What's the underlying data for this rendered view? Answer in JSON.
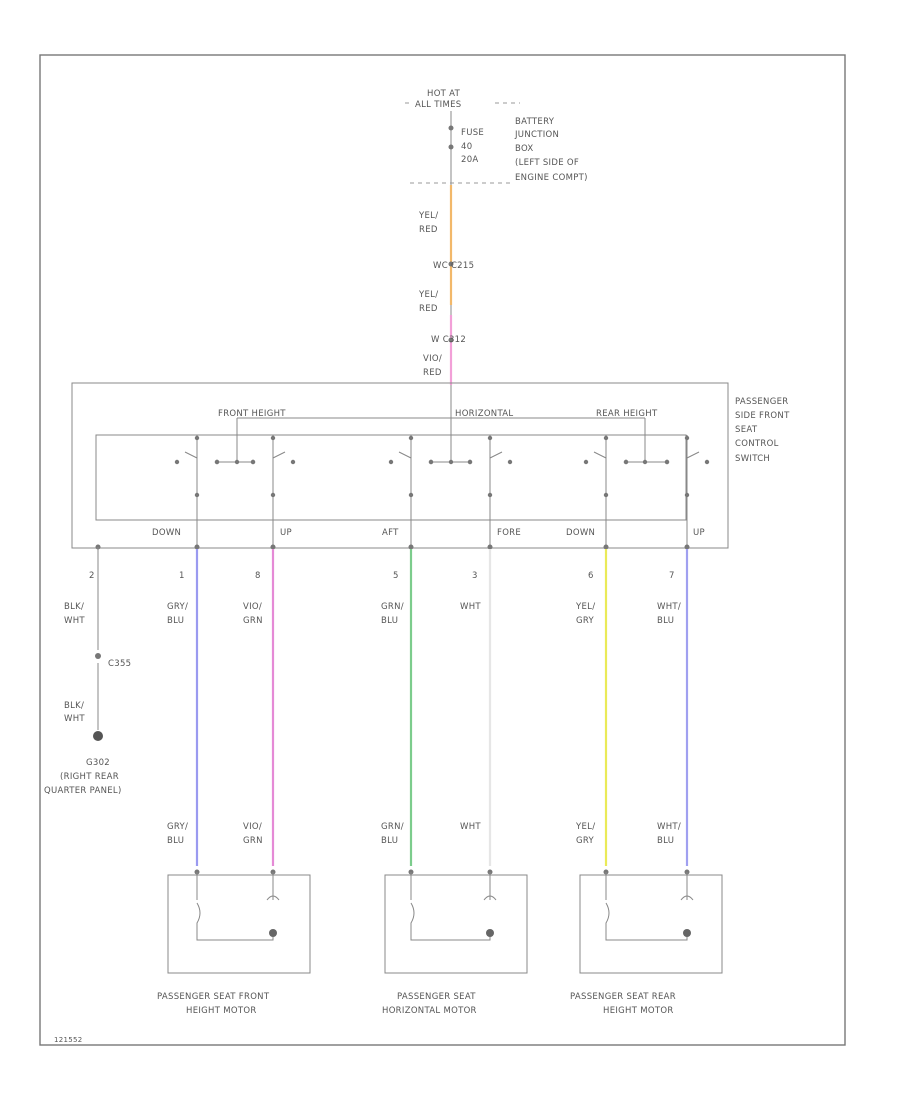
{
  "power": {
    "hot_label": [
      "HOT AT",
      "ALL TIMES"
    ],
    "fuse_label": [
      "FUSE",
      "40",
      "20A"
    ],
    "battery_box": [
      "BATTERY",
      "JUNCTION",
      "BOX",
      "(LEFT SIDE OF",
      "ENGINE COMPT)"
    ]
  },
  "feed": {
    "wire1_color": [
      "YEL/",
      "RED"
    ],
    "connector1": "WC C215",
    "wire2_color": [
      "YEL/",
      "RED"
    ],
    "connector2": "W  C312",
    "wire3_color": [
      "VIO/",
      "RED"
    ]
  },
  "switch": {
    "name": [
      "PASSENGER",
      "SIDE FRONT",
      "SEAT",
      "CONTROL",
      "SWITCH"
    ],
    "groups": [
      {
        "label": "FRONT HEIGHT",
        "left": "DOWN",
        "right": "UP"
      },
      {
        "label": "HORIZONTAL",
        "left": "AFT",
        "right": "FORE"
      },
      {
        "label": "REAR HEIGHT",
        "left": "DOWN",
        "right": "UP"
      }
    ]
  },
  "ground": {
    "pin": "2",
    "wire_top": [
      "BLK/",
      "WHT"
    ],
    "connector": "C355",
    "wire_bottom": [
      "BLK/",
      "WHT"
    ],
    "label": [
      "G302",
      "(RIGHT REAR",
      "QUARTER PANEL)"
    ]
  },
  "wires": [
    {
      "pin": "1",
      "color_top": [
        "GRY/",
        "BLU"
      ],
      "color_bottom": [
        "GRY/",
        "BLU"
      ],
      "hex": "#9a9af0"
    },
    {
      "pin": "8",
      "color_top": [
        "VIO/",
        "GRN"
      ],
      "color_bottom": [
        "VIO/",
        "GRN"
      ],
      "hex": "#e58ad6"
    },
    {
      "pin": "5",
      "color_top": [
        "GRN/",
        "BLU"
      ],
      "color_bottom": [
        "GRN/",
        "BLU"
      ],
      "hex": "#7ccc8c"
    },
    {
      "pin": "3",
      "color_top": [
        "WHT"
      ],
      "color_bottom": [
        "WHT"
      ],
      "hex": "#e6e6e6"
    },
    {
      "pin": "6",
      "color_top": [
        "YEL/",
        "GRY"
      ],
      "color_bottom": [
        "YEL/",
        "GRY"
      ],
      "hex": "#eaea58"
    },
    {
      "pin": "7",
      "color_top": [
        "WHT/",
        "BLU"
      ],
      "color_bottom": [
        "WHT/",
        "BLU"
      ],
      "hex": "#a0a0f0"
    }
  ],
  "feed_colors": {
    "yel_red": "#f2b86a",
    "vio_red": "#f2a0d8"
  },
  "motors": [
    {
      "name": [
        "PASSENGER SEAT FRONT",
        "HEIGHT MOTOR"
      ]
    },
    {
      "name": [
        "PASSENGER SEAT",
        "HORIZONTAL MOTOR"
      ]
    },
    {
      "name": [
        "PASSENGER SEAT REAR",
        "HEIGHT MOTOR"
      ]
    }
  ],
  "footer_code": "121552"
}
